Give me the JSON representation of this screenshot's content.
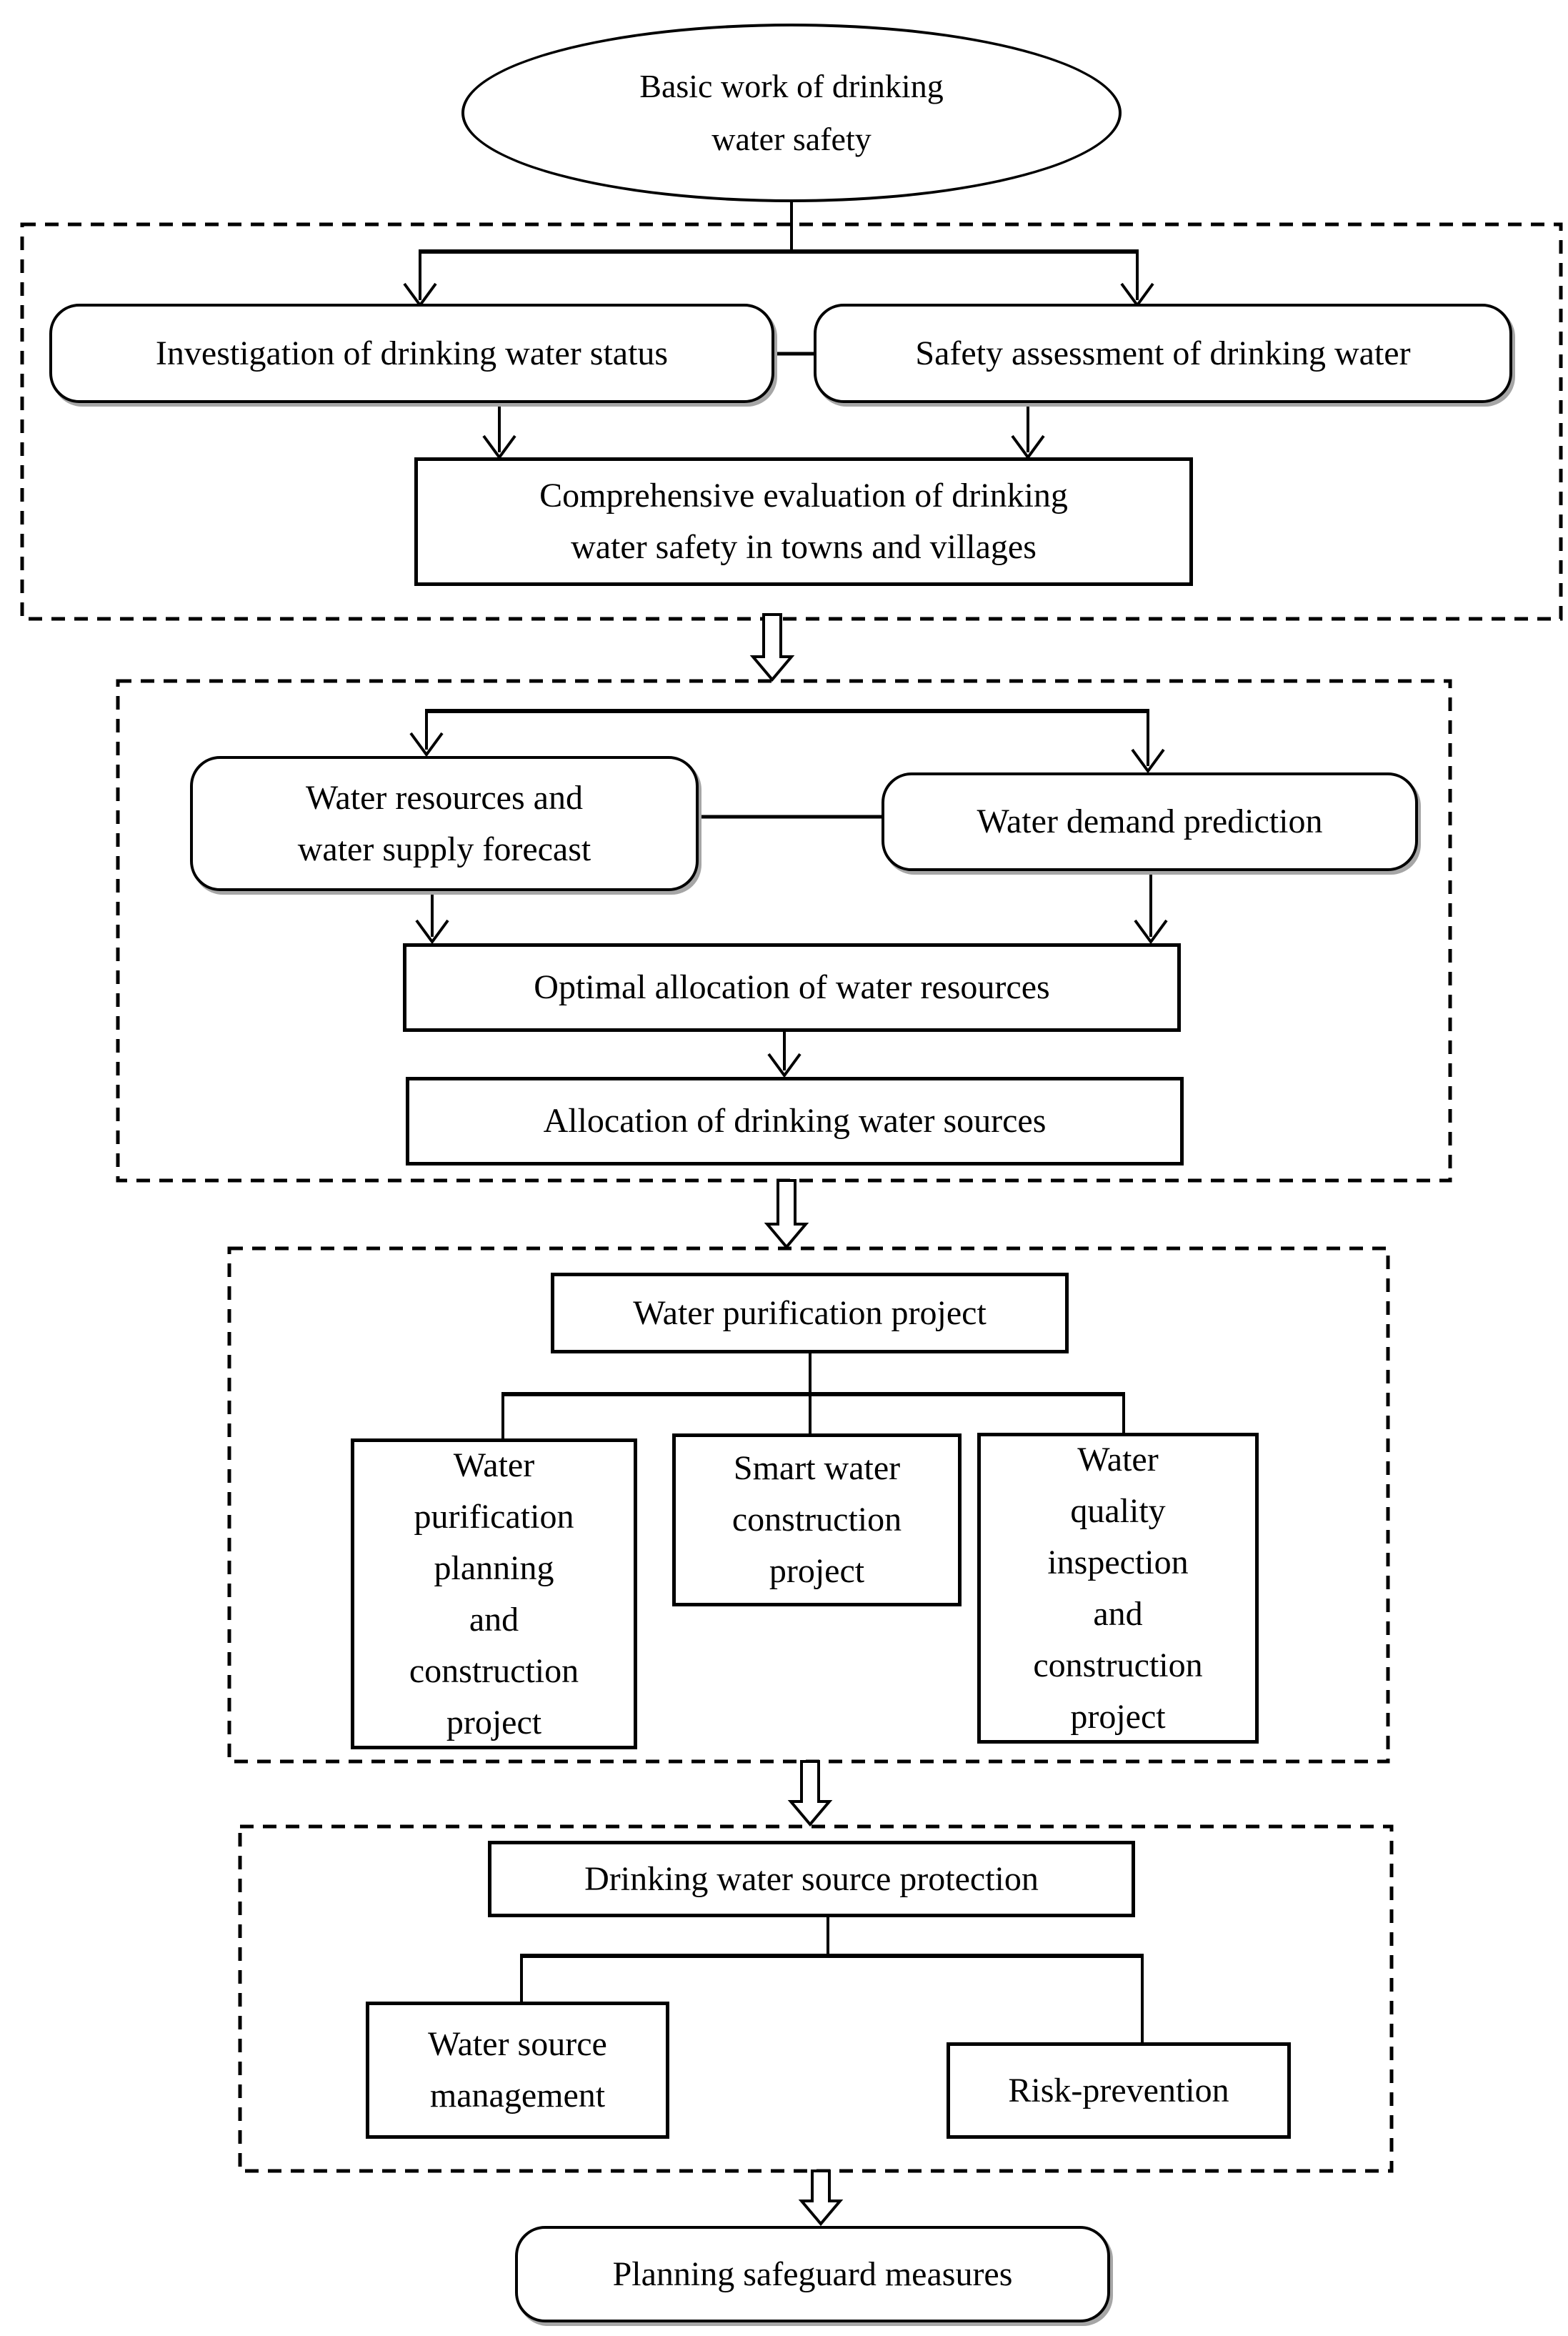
{
  "diagram": {
    "type": "flowchart",
    "colors": {
      "line": "#000000",
      "background": "#ffffff",
      "text": "#000000",
      "rounded_shadow": "#a6a6a6"
    },
    "nodes": {
      "root": {
        "label": "Basic work of drinking\nwater safety",
        "shape": "ellipse"
      },
      "investigation": {
        "label": "Investigation of drinking water status",
        "shape": "rounded"
      },
      "safety_assessment": {
        "label": "Safety assessment of drinking water",
        "shape": "rounded"
      },
      "comprehensive_evaluation": {
        "label": "Comprehensive evaluation of drinking\nwater safety in towns and villages",
        "shape": "rect"
      },
      "water_resources_forecast": {
        "label": "Water resources and\nwater supply forecast",
        "shape": "rounded"
      },
      "water_demand_prediction": {
        "label": "Water demand prediction",
        "shape": "rounded"
      },
      "optimal_allocation": {
        "label": "Optimal allocation of water resources",
        "shape": "rect"
      },
      "drinking_water_allocation": {
        "label": "Allocation of drinking water sources",
        "shape": "rect"
      },
      "water_purification_project": {
        "label": "Water purification project",
        "shape": "rect"
      },
      "purification_planning": {
        "label": "Water\npurification\nplanning\nand\nconstruction\nproject",
        "shape": "rect"
      },
      "smart_water": {
        "label": "Smart water\nconstruction\nproject",
        "shape": "rect"
      },
      "quality_inspection": {
        "label": "Water\nquality\ninspection\nand\nconstruction\nproject",
        "shape": "rect"
      },
      "source_protection": {
        "label": "Drinking water source protection",
        "shape": "rect"
      },
      "water_source_management": {
        "label": "Water source\nmanagement",
        "shape": "rect"
      },
      "risk_prevention": {
        "label": "Risk-prevention",
        "shape": "rect"
      },
      "safeguard_measures": {
        "label": "Planning safeguard measures",
        "shape": "rounded"
      }
    },
    "phases": [
      {
        "id": "phase1",
        "style": "dashed-boundary"
      },
      {
        "id": "phase2",
        "style": "dashed-boundary"
      },
      {
        "id": "phase3",
        "style": "dashed-boundary"
      },
      {
        "id": "phase4",
        "style": "dashed-boundary"
      }
    ],
    "edges": [
      {
        "from": "root",
        "to": "investigation",
        "type": "arrow"
      },
      {
        "from": "root",
        "to": "safety_assessment",
        "type": "arrow"
      },
      {
        "from": "investigation",
        "to": "safety_assessment",
        "type": "plain-link"
      },
      {
        "from": "investigation",
        "to": "comprehensive_evaluation",
        "type": "arrow"
      },
      {
        "from": "safety_assessment",
        "to": "comprehensive_evaluation",
        "type": "arrow"
      },
      {
        "from": "phase1",
        "to": "phase2",
        "type": "block-arrow"
      },
      {
        "from": "phase2",
        "to": "water_resources_forecast",
        "type": "arrow"
      },
      {
        "from": "phase2",
        "to": "water_demand_prediction",
        "type": "arrow"
      },
      {
        "from": "water_resources_forecast",
        "to": "water_demand_prediction",
        "type": "plain-link"
      },
      {
        "from": "water_resources_forecast",
        "to": "optimal_allocation",
        "type": "arrow"
      },
      {
        "from": "water_demand_prediction",
        "to": "optimal_allocation",
        "type": "arrow"
      },
      {
        "from": "optimal_allocation",
        "to": "drinking_water_allocation",
        "type": "arrow"
      },
      {
        "from": "phase2",
        "to": "phase3",
        "type": "block-arrow"
      },
      {
        "from": "water_purification_project",
        "to": "purification_planning",
        "type": "plain-link"
      },
      {
        "from": "water_purification_project",
        "to": "smart_water",
        "type": "plain-link"
      },
      {
        "from": "water_purification_project",
        "to": "quality_inspection",
        "type": "plain-link"
      },
      {
        "from": "phase3",
        "to": "phase4",
        "type": "block-arrow"
      },
      {
        "from": "source_protection",
        "to": "water_source_management",
        "type": "plain-link"
      },
      {
        "from": "source_protection",
        "to": "risk_prevention",
        "type": "plain-link"
      },
      {
        "from": "phase4",
        "to": "safeguard_measures",
        "type": "block-arrow"
      }
    ]
  }
}
